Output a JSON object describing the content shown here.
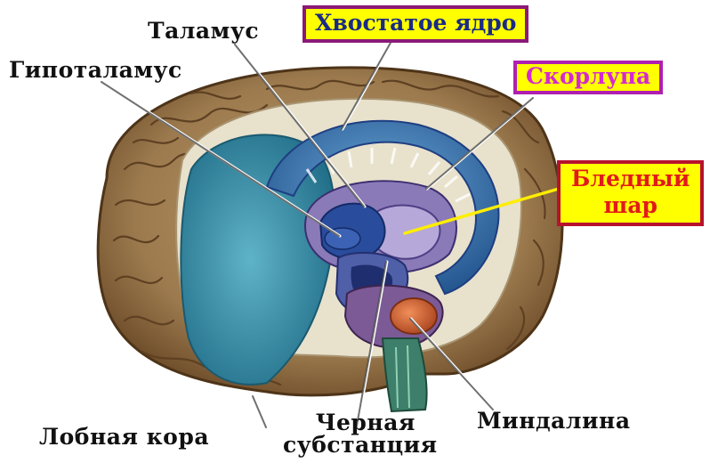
{
  "labels": {
    "thalamus": "Таламус",
    "hypothalamus": "Гипоталамус",
    "caudate_nucleus": "Хвостатое ядро",
    "putamen": "Скорлупа",
    "globus_pallidus_line1": "Бледный",
    "globus_pallidus_line2": "шар",
    "frontal_cortex": "Лобная кора",
    "substantia_nigra_line1": "Черная",
    "substantia_nigra_line2": "субстанция",
    "amygdala": "Миндалина"
  },
  "colors": {
    "cortex_brown": "#9c7a4e",
    "cortex_dark": "#5e4022",
    "white_matter": "#e8e1cc",
    "blue_structures": "#3f86b8",
    "dark_blue": "#1e3e82",
    "teal_lobe": "#2f8fa6",
    "purple_structure": "#8a7ab8",
    "amygdala_orange": "#d86a3a",
    "brainstem_green": "#3d7f6a",
    "highlight_yellow": "#ffff00",
    "leader_line_yellow": "#ffee00"
  }
}
